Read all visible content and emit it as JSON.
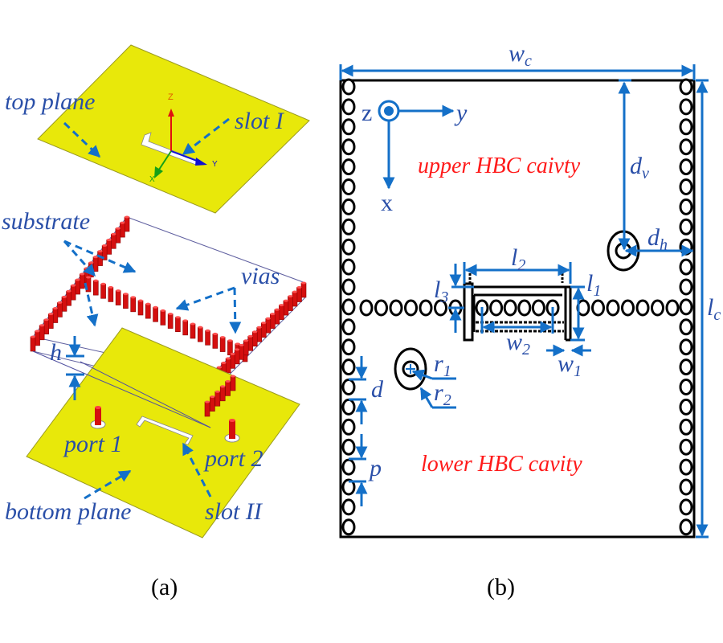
{
  "figure": {
    "panel_a": {
      "caption": "(a)",
      "labels": {
        "top_plane": "top plane",
        "slot_1": "slot I",
        "substrate": "substrate",
        "vias": "vias",
        "h": "h",
        "port_1": "port 1",
        "port_2": "port 2",
        "bottom_plane": "bottom plane",
        "slot_2": "slot II"
      },
      "triad": {
        "z": "Z",
        "y": "Y",
        "x": "X"
      }
    },
    "panel_b": {
      "caption": "(b)",
      "axes": {
        "z": "z",
        "y": "y",
        "x": "x"
      },
      "regions": {
        "upper": "upper HBC caivty",
        "lower": "lower HBC cavity"
      },
      "dimensions": {
        "wc": "w",
        "wc_sub": "c",
        "lc": "l",
        "lc_sub": "c",
        "dv": "d",
        "dv_sub": "v",
        "dh": "d",
        "dh_sub": "h",
        "l1": "l",
        "l1_sub": "1",
        "l2": "l",
        "l2_sub": "2",
        "l3": "l",
        "l3_sub": "3",
        "w1": "w",
        "w1_sub": "1",
        "w2": "w",
        "w2_sub": "2",
        "r1": "r",
        "r1_sub": "1",
        "r2": "r",
        "r2_sub": "2",
        "d": "d",
        "p": "p"
      }
    },
    "colors": {
      "metal": "#e8e80a",
      "via": "#d40f0f",
      "annotation": "#1470c8",
      "label": "#2a4fa8",
      "region_label": "#ff1a1a"
    }
  }
}
